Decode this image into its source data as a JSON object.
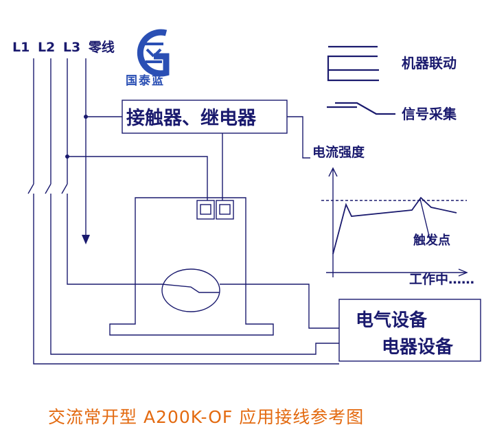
{
  "lines": {
    "l1": "L1",
    "l2": "L2",
    "l3": "L3",
    "neutral": "零线"
  },
  "logo": {
    "text": "国泰蓝"
  },
  "relay_label": "接触器、继电器",
  "legend": {
    "linkage": "机器联动",
    "signal": "信号采集"
  },
  "graph": {
    "title": "电流强度",
    "trigger_label": "触发点",
    "working_label": "工作中……"
  },
  "equipment": {
    "line1": "电气设备",
    "line2": "电器设备"
  },
  "caption": "交流常开型 A200K-OF 应用接线参考图",
  "colors": {
    "wire": "#1a1a6e",
    "caption": "#e36a10",
    "logo": "#2a4fb4"
  }
}
